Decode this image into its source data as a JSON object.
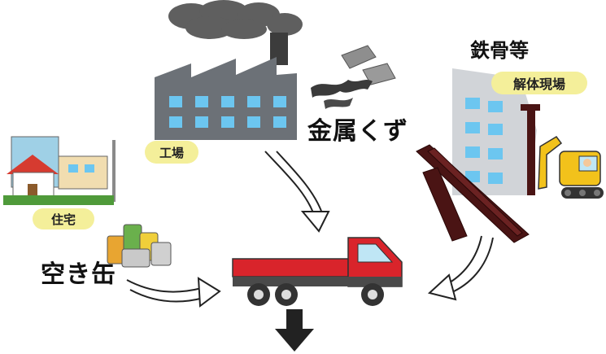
{
  "labels": {
    "factory": "工場",
    "metal_scrap": "金属くず",
    "steel_frame": "鉄骨等",
    "demolition_site": "解体現場",
    "housing": "住宅",
    "empty_cans": "空き缶"
  },
  "colors": {
    "pill": "#f4ef9a",
    "factory": "#6c7177",
    "window": "#6cc6f0",
    "truck_red": "#d9242b",
    "steel_beam": "#4a1414",
    "excavator": "#f2c21b"
  },
  "icons": [
    "smoke-cloud-icon",
    "factory-icon",
    "metal-scrap-icon",
    "demolition-building-icon",
    "excavator-icon",
    "steel-beam-icon",
    "house-icon",
    "cans-icon",
    "truck-icon",
    "down-arrow-icon"
  ]
}
